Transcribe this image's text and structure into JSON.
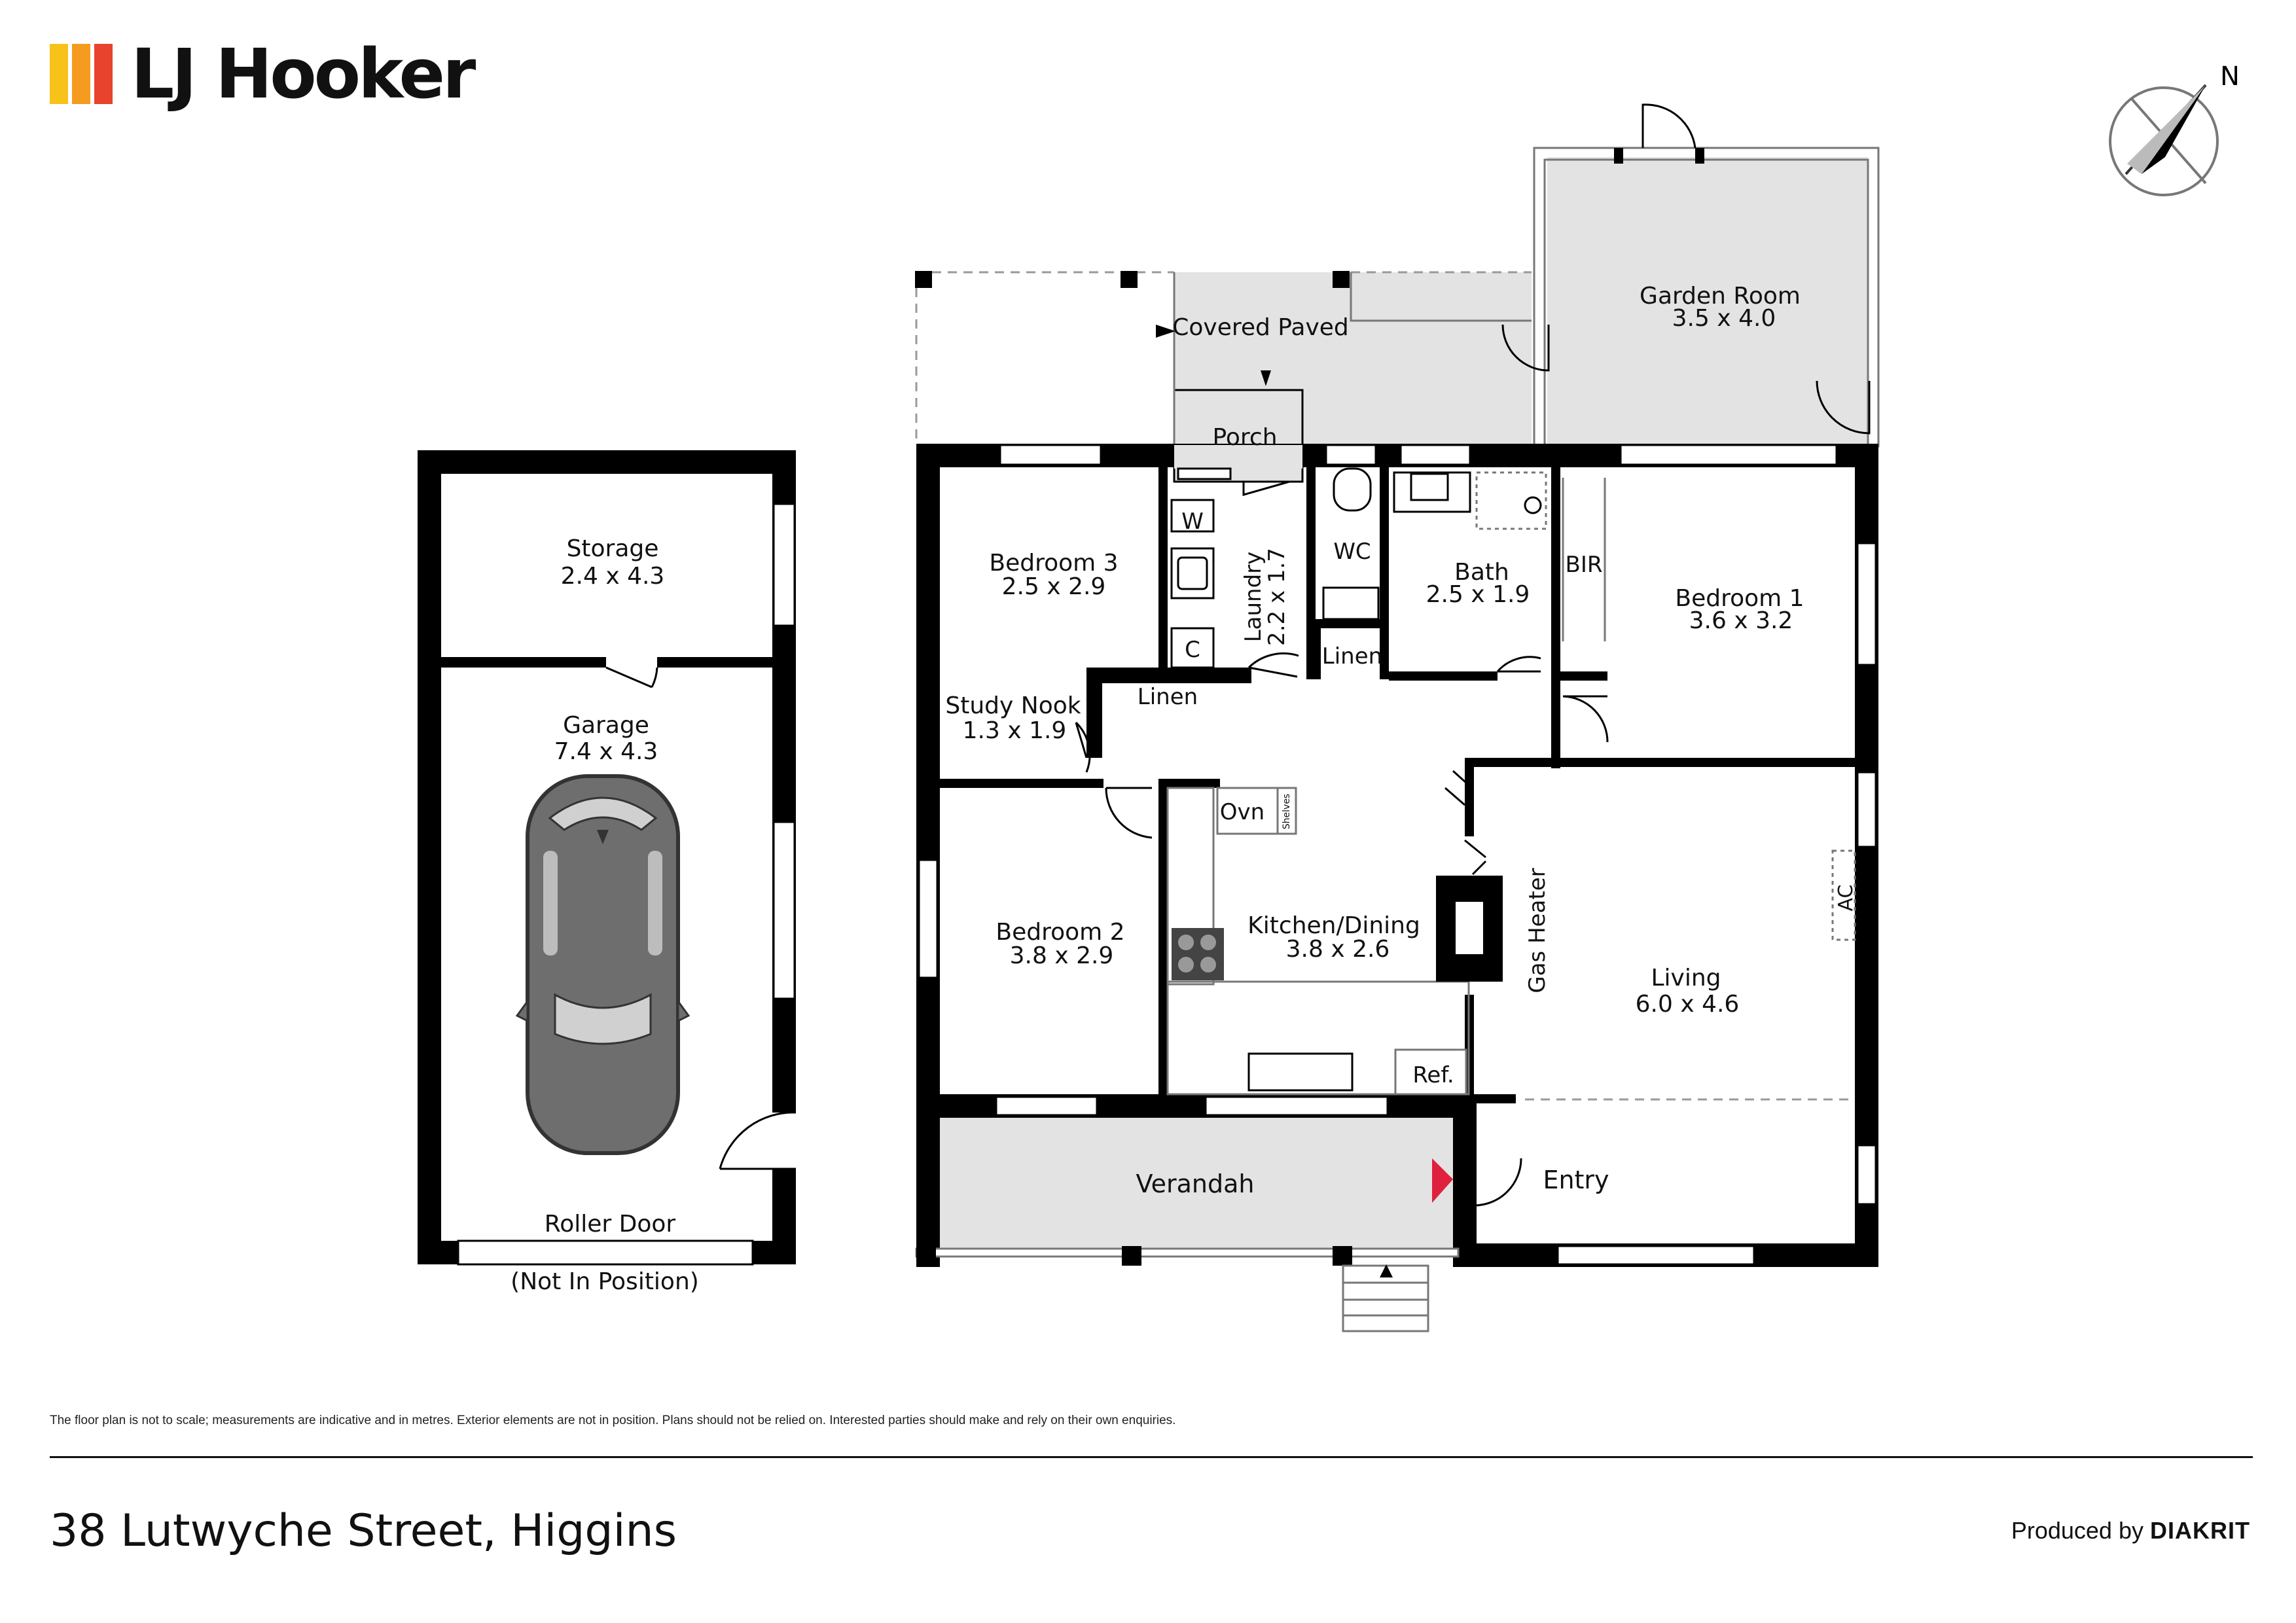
{
  "brand": {
    "name": "LJ Hooker",
    "logo_colors": [
      "#f7c21a",
      "#f59b1f",
      "#e8432c"
    ]
  },
  "compass": {
    "label": "N"
  },
  "rooms": {
    "storage": {
      "name": "Storage",
      "size": "2.4 x 4.3"
    },
    "garage": {
      "name": "Garage",
      "size": "7.4 x 4.3"
    },
    "roller_door": "Roller Door",
    "not_in_position": "(Not In Position)",
    "covered_paved": "Covered Paved",
    "porch": "Porch",
    "garden_room": {
      "name": "Garden Room",
      "size": "3.5 x 4.0"
    },
    "bedroom3": {
      "name": "Bedroom 3",
      "size": "2.5 x 2.9"
    },
    "w": "W",
    "c": "C",
    "laundry": {
      "name": "Laundry",
      "size": "2.2 x 1.7"
    },
    "wc": "WC",
    "bath": {
      "name": "Bath",
      "size": "2.5 x 1.9"
    },
    "bir": "BIR",
    "bedroom1": {
      "name": "Bedroom 1",
      "size": "3.6 x 3.2"
    },
    "linen_hall": "Linen",
    "linen_bath": "Linen",
    "study_nook": {
      "name": "Study Nook",
      "size": "1.3 x 1.9"
    },
    "ovn": "Ovn",
    "shelves": "Shelves",
    "kitchen_dining": {
      "name": "Kitchen/Dining",
      "size": "3.8 x 2.6"
    },
    "gas_heater": "Gas Heater",
    "bedroom2": {
      "name": "Bedroom 2",
      "size": "3.8 x 2.9"
    },
    "living": {
      "name": "Living",
      "size": "6.0 x 4.6"
    },
    "ac": "AC",
    "ref": "Ref.",
    "verandah": "Verandah",
    "entry": "Entry"
  },
  "colors": {
    "wall": "#000000",
    "outdoor_fill": "#e3e3e3",
    "car": "#6e6e6e",
    "entry_marker": "#e0213d"
  },
  "footer": {
    "disclaimer": "The floor plan is not to scale; measurements are indicative and in metres. Exterior elements are not in position. Plans should not be relied on. Interested parties should make and rely on their own enquiries.",
    "address": "38 Lutwyche Street, Higgins",
    "produced_by": "Produced by",
    "producer": "DIAKRIT"
  }
}
